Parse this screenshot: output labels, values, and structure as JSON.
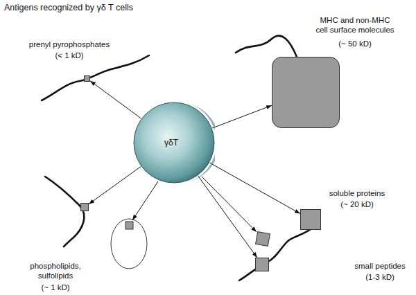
{
  "diagram": {
    "title": "Antigens recognized by γδ T cells",
    "nodes": [
      {
        "text": [
          "γδT"
        ]
      },
      {
        "text": [
          "prenyl pyrophosphates",
          "(< 1 kD)"
        ]
      },
      {
        "text": [
          "MHC and non-MHC cell surface molecules",
          "(~ 50 kD)"
        ]
      },
      {
        "text": [
          "soluble proteins",
          "(~ 20 kD)"
        ]
      },
      {
        "text": [
          "small peptides",
          "(1-3 kD)"
        ]
      },
      {
        "text": [
          "phospholipids, sulfolipids",
          "(~ 1 kD)"
        ]
      }
    ],
    "edges": [
      {
        "from": 0,
        "to": 1,
        "arrow": "to"
      },
      {
        "from": 0,
        "to": 2,
        "arrow": "to"
      },
      {
        "from": 0,
        "to": 3,
        "arrow": "to"
      },
      {
        "from": 0,
        "to": 4,
        "arrow": "to"
      },
      {
        "from": 0,
        "to": 5,
        "arrow": "to"
      }
    ]
  }
}
